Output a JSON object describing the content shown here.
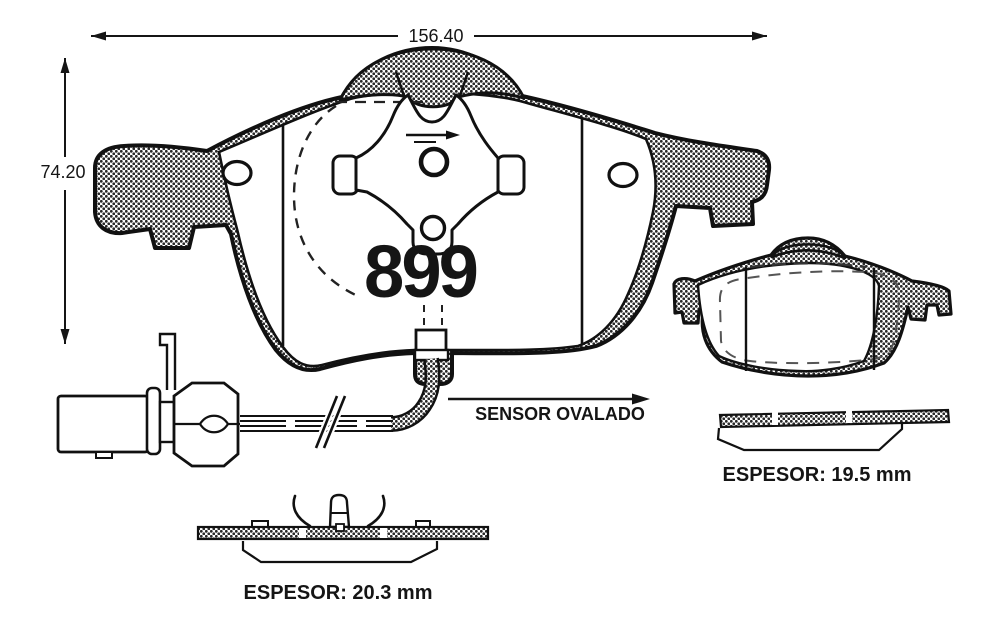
{
  "diagram": {
    "part_number": "899",
    "dimensions": {
      "width_mm": "156.40",
      "height_mm": "74.20"
    },
    "sensor_label": "SENSOR OVALADO",
    "side_view_thickness": "ESPESOR: 19.5 mm",
    "bottom_view_thickness": "ESPESOR: 20.3 mm",
    "colors": {
      "line": "#151515",
      "background": "#ffffff",
      "hatch_dot": "#2a2a2a"
    }
  }
}
